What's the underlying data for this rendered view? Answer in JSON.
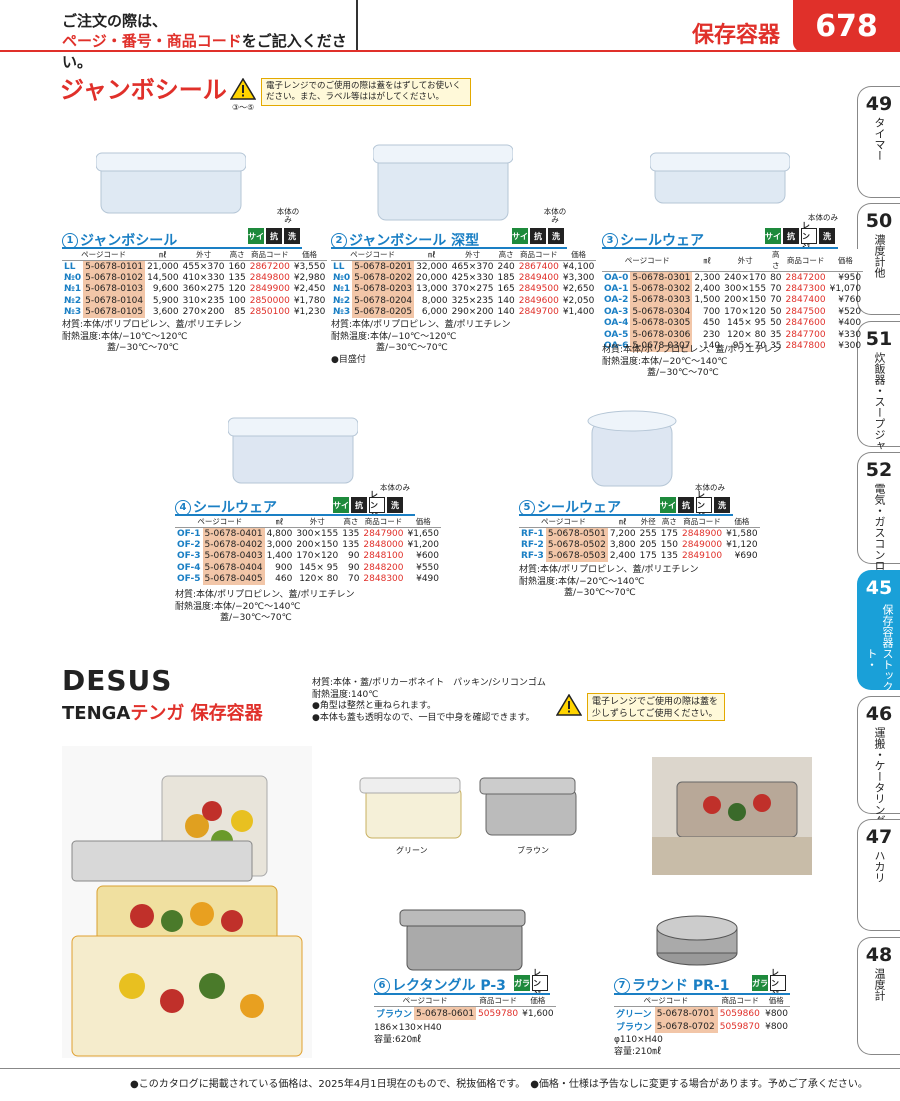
{
  "header": {
    "notice_line1": "ご注文の際は、",
    "notice_line2_red": "ページ・番号・商品コード",
    "notice_line2_rest": "をご記入ください。",
    "category": "保存容器",
    "page_number": "678"
  },
  "tabs": [
    {
      "num": "49",
      "label": "タイマー"
    },
    {
      "num": "50",
      "label": "濃度計他"
    },
    {
      "num": "51",
      "label": "炊飯器・スープジャー"
    },
    {
      "num": "52",
      "label": "電気・ガスコンロ"
    },
    {
      "num": "45",
      "label": "保存容器ストックポット・"
    },
    {
      "num": "46",
      "label": "運搬・ケータリング"
    },
    {
      "num": "47",
      "label": "ハカリ"
    },
    {
      "num": "48",
      "label": "温度計"
    }
  ],
  "section1": {
    "title": "ジャンボシール",
    "warning_note": "③〜⑤",
    "microwave_note": "電子レンジでのご使用の際は蓋をはずしてお使いください。また、ラベル等ははがしてください。"
  },
  "colors": {
    "red": "#e0302a",
    "blue": "#1a7fc4",
    "code_bg": "#f2c6a8",
    "tab_active": "#1aa0d8"
  },
  "products": [
    {
      "num": "1",
      "name": "ジャンボシール",
      "hontai": "本体のみ",
      "icons": [
        "サイ",
        "抗",
        "洗"
      ],
      "headers": [
        "ページコード",
        "㎖",
        "外寸",
        "高さ",
        "商品コード",
        "価格"
      ],
      "rows": [
        [
          "LL",
          "5-0678-0101",
          "21,000",
          "455×370",
          "160",
          "2867200",
          "¥3,550"
        ],
        [
          "№0",
          "5-0678-0102",
          "14,500",
          "410×330",
          "135",
          "2849800",
          "¥2,980"
        ],
        [
          "№1",
          "5-0678-0103",
          "9,600",
          "360×275",
          "120",
          "2849900",
          "¥2,450"
        ],
        [
          "№2",
          "5-0678-0104",
          "5,900",
          "310×235",
          "100",
          "2850000",
          "¥1,780"
        ],
        [
          "№3",
          "5-0678-0105",
          "3,600",
          "270×200",
          "85",
          "2850100",
          "¥1,230"
        ]
      ],
      "spec": [
        "材質:本体/ポリプロピレン、蓋/ポリエチレン",
        "耐熱温度:本体/−10℃〜120℃",
        "　　　　　蓋/−30℃〜70℃"
      ]
    },
    {
      "num": "2",
      "name": "ジャンボシール 深型",
      "hontai": "本体のみ",
      "icons": [
        "サイ",
        "抗",
        "洗"
      ],
      "headers": [
        "ページコード",
        "㎖",
        "外寸",
        "高さ",
        "商品コード",
        "価格"
      ],
      "rows": [
        [
          "LL",
          "5-0678-0201",
          "32,000",
          "465×370",
          "240",
          "2867400",
          "¥4,100"
        ],
        [
          "№0",
          "5-0678-0202",
          "20,000",
          "425×330",
          "185",
          "2849400",
          "¥3,300"
        ],
        [
          "№1",
          "5-0678-0203",
          "13,000",
          "370×275",
          "165",
          "2849500",
          "¥2,650"
        ],
        [
          "№2",
          "5-0678-0204",
          "8,000",
          "325×235",
          "140",
          "2849600",
          "¥2,050"
        ],
        [
          "№3",
          "5-0678-0205",
          "6,000",
          "290×200",
          "140",
          "2849700",
          "¥1,400"
        ]
      ],
      "spec": [
        "材質:本体/ポリプロピレン、蓋/ポリエチレン",
        "耐熱温度:本体/−10℃〜120℃",
        "　　　　　蓋/−30℃〜70℃",
        "●目盛付"
      ]
    },
    {
      "num": "3",
      "name": "シールウェア",
      "hontai": "本体のみ",
      "icons": [
        "サイ",
        "抗",
        "レンジ",
        "洗"
      ],
      "headers": [
        "ページコード",
        "㎖",
        "外寸",
        "高さ",
        "商品コード",
        "価格"
      ],
      "rows": [
        [
          "OA-0",
          "5-0678-0301",
          "2,300",
          "240×170",
          "80",
          "2847200",
          "¥950"
        ],
        [
          "OA-1",
          "5-0678-0302",
          "2,400",
          "300×155",
          "70",
          "2847300",
          "¥1,070"
        ],
        [
          "OA-2",
          "5-0678-0303",
          "1,500",
          "200×150",
          "70",
          "2847400",
          "¥760"
        ],
        [
          "OA-3",
          "5-0678-0304",
          "700",
          "170×120",
          "50",
          "2847500",
          "¥520"
        ],
        [
          "OA-4",
          "5-0678-0305",
          "450",
          "145× 95",
          "50",
          "2847600",
          "¥400"
        ],
        [
          "OA-5",
          "5-0678-0306",
          "230",
          "120× 80",
          "35",
          "2847700",
          "¥330"
        ],
        [
          "OA-6",
          "5-0678-0307",
          "140",
          "95× 70",
          "35",
          "2847800",
          "¥300"
        ]
      ],
      "spec": [
        "材質:本体/ポリプロピレン、蓋/ポリエチレン",
        "耐熱温度:本体/−20℃〜140℃",
        "　　　　　蓋/−30℃〜70℃"
      ]
    },
    {
      "num": "4",
      "name": "シールウェア",
      "hontai": "本体のみ",
      "icons": [
        "サイ",
        "抗",
        "レンジ",
        "洗"
      ],
      "headers": [
        "ページコード",
        "㎖",
        "外寸",
        "高さ",
        "商品コード",
        "価格"
      ],
      "rows": [
        [
          "OF-1",
          "5-0678-0401",
          "4,800",
          "300×155",
          "135",
          "2847900",
          "¥1,650"
        ],
        [
          "OF-2",
          "5-0678-0402",
          "3,000",
          "200×150",
          "135",
          "2848000",
          "¥1,200"
        ],
        [
          "OF-3",
          "5-0678-0403",
          "1,400",
          "170×120",
          "90",
          "2848100",
          "¥600"
        ],
        [
          "OF-4",
          "5-0678-0404",
          "900",
          "145× 95",
          "90",
          "2848200",
          "¥550"
        ],
        [
          "OF-5",
          "5-0678-0405",
          "460",
          "120× 80",
          "70",
          "2848300",
          "¥490"
        ]
      ],
      "spec": [
        "材質:本体/ポリプロピレン、蓋/ポリエチレン",
        "耐熱温度:本体/−20℃〜140℃",
        "　　　　　蓋/−30℃〜70℃"
      ]
    },
    {
      "num": "5",
      "name": "シールウェア",
      "hontai": "本体のみ",
      "icons": [
        "サイ",
        "抗",
        "レンジ",
        "洗"
      ],
      "headers": [
        "ページコード",
        "㎖",
        "外径",
        "高さ",
        "商品コード",
        "価格"
      ],
      "rows": [
        [
          "RF-1",
          "5-0678-0501",
          "7,200",
          "255",
          "175",
          "2848900",
          "¥1,580"
        ],
        [
          "RF-2",
          "5-0678-0502",
          "3,800",
          "205",
          "150",
          "2849000",
          "¥1,120"
        ],
        [
          "RF-3",
          "5-0678-0503",
          "2,400",
          "175",
          "135",
          "2849100",
          "¥690"
        ]
      ],
      "spec": [
        "材質:本体/ポリプロピレン、蓋/ポリエチレン",
        "耐熱温度:本体/−20℃〜140℃",
        "　　　　　蓋/−30℃〜70℃"
      ]
    }
  ],
  "section2": {
    "brand": "DESUS",
    "subtitle_en": "TENGA",
    "subtitle_jp": "テンガ 保存容器",
    "spec": [
      "材質:本体・蓋/ポリカーボネイト　パッキン/シリコンゴム",
      "耐熱温度:140℃",
      "●角型は整然と重ねられます。",
      "●本体も蓋も透明なので、一目で中身を確認できます。"
    ],
    "microwave_note": "電子レンジでご使用の際は蓋を少しずらしてご使用ください。",
    "label_green": "グリーン",
    "label_brown": "ブラウン"
  },
  "products2": [
    {
      "num": "6",
      "name": "レクタングル P-3",
      "icons": [
        "ガラ",
        "レンジ"
      ],
      "headers": [
        "ページコード",
        "商品コード",
        "価格"
      ],
      "rows": [
        [
          "ブラウン",
          "5-0678-0601",
          "5059780",
          "¥1,600"
        ]
      ],
      "spec": [
        "186×130×H40",
        "容量:620㎖"
      ]
    },
    {
      "num": "7",
      "name": "ラウンド PR-1",
      "icons": [
        "ガラ",
        "レンジ"
      ],
      "headers": [
        "ページコード",
        "商品コード",
        "価格"
      ],
      "rows": [
        [
          "グリーン",
          "5-0678-0701",
          "5059860",
          "¥800"
        ],
        [
          "ブラウン",
          "5-0678-0702",
          "5059870",
          "¥800"
        ]
      ],
      "spec": [
        "φ110×H40",
        "容量:210㎖"
      ]
    }
  ],
  "footer": "●このカタログに掲載されている価格は、2025年4月1日現在のもので、税抜価格です。　●価格・仕様は予告なしに変更する場合があります。予めご了承ください。"
}
